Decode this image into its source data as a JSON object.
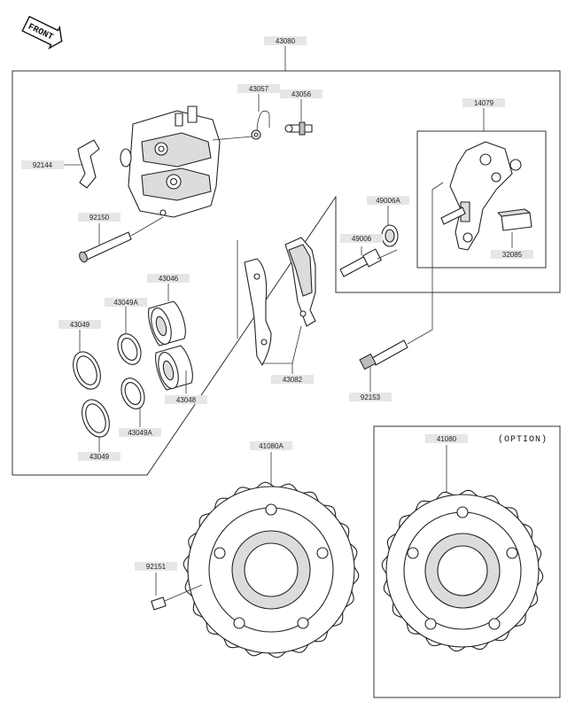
{
  "front_label": "FRONT",
  "option_label": "(OPTION)",
  "parts": {
    "p43080": "43080",
    "p43057": "43057",
    "p43056": "43056",
    "p14079": "14079",
    "p92144": "92144",
    "p92150": "92150",
    "p49006a": "49006A",
    "p49006": "49006",
    "p32085": "32085",
    "p43046": "43046",
    "p43049a_top": "43049A",
    "p43049_top": "43049",
    "p43048": "43048",
    "p43049a_bot": "43049A",
    "p43049_bot": "43049",
    "p43082": "43082",
    "p92153": "92153",
    "p41080a": "41080A",
    "p41080": "41080",
    "p92151": "92151"
  }
}
